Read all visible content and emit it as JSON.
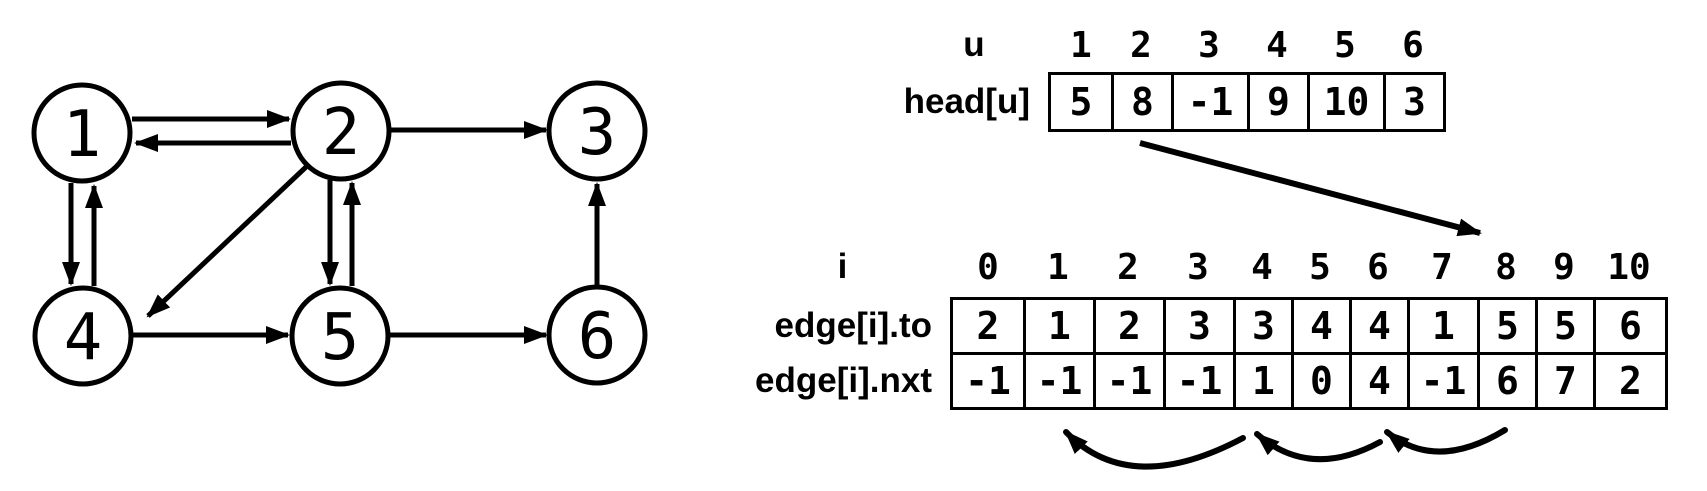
{
  "colors": {
    "ink": "#000000",
    "background": "#ffffff"
  },
  "graph": {
    "nodes": [
      {
        "id": "1",
        "label": "1"
      },
      {
        "id": "2",
        "label": "2"
      },
      {
        "id": "3",
        "label": "3"
      },
      {
        "id": "4",
        "label": "4"
      },
      {
        "id": "5",
        "label": "5"
      },
      {
        "id": "6",
        "label": "6"
      }
    ],
    "edges": [
      {
        "from": "1",
        "to": "2"
      },
      {
        "from": "2",
        "to": "1"
      },
      {
        "from": "2",
        "to": "3"
      },
      {
        "from": "1",
        "to": "4"
      },
      {
        "from": "4",
        "to": "1"
      },
      {
        "from": "2",
        "to": "4"
      },
      {
        "from": "2",
        "to": "5"
      },
      {
        "from": "5",
        "to": "2"
      },
      {
        "from": "4",
        "to": "5"
      },
      {
        "from": "5",
        "to": "6"
      },
      {
        "from": "6",
        "to": "3"
      }
    ]
  },
  "head_table": {
    "index_label": "u",
    "row_label": "head[u]",
    "indices": [
      "1",
      "2",
      "3",
      "4",
      "5",
      "6"
    ],
    "values": [
      "5",
      "8",
      "-1",
      "9",
      "10",
      "3"
    ]
  },
  "edge_table": {
    "index_label": "i",
    "indices": [
      "0",
      "1",
      "2",
      "3",
      "4",
      "5",
      "6",
      "7",
      "8",
      "9",
      "10"
    ],
    "rows": [
      {
        "label": "edge[i].to",
        "values": [
          "2",
          "1",
          "2",
          "3",
          "3",
          "4",
          "4",
          "1",
          "5",
          "5",
          "6"
        ]
      },
      {
        "label": "edge[i].nxt",
        "values": [
          "-1",
          "-1",
          "-1",
          "-1",
          "1",
          "0",
          "4",
          "-1",
          "6",
          "7",
          "2"
        ]
      }
    ]
  },
  "arrows": {
    "head_pointer": {
      "from_cell": "head[2]=8",
      "to_index": "8"
    },
    "nxt_chain": [
      {
        "from_index": "8",
        "to_index": "6"
      },
      {
        "from_index": "6",
        "to_index": "4"
      },
      {
        "from_index": "4",
        "to_index": "1"
      }
    ]
  }
}
